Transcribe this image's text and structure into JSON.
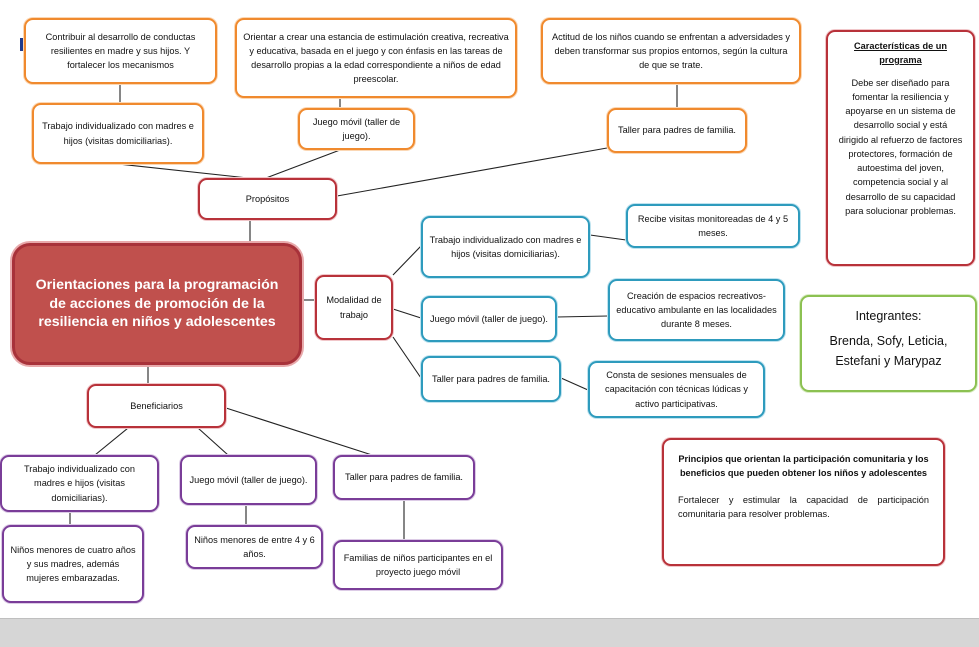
{
  "main_title": "Orientaciones para la programación de acciones de promoción de la resiliencia en niños y adolescentes",
  "propositos": {
    "label": "Propósitos",
    "goals": [
      "Contribuir al desarrollo de conductas resilientes en madre y sus hijos. Y fortalecer los mecanismos",
      "Orientar a crear una estancia de estimulación creativa, recreativa y educativa, basada en el juego y con énfasis en las tareas de desarrollo propias a la edad correspondiente a niños de edad preescolar.",
      "Actitud de los niños cuando se enfrentan a adversidades y deben transformar sus propios entornos, según la cultura de que se trate."
    ],
    "programs": [
      "Trabajo individualizado con madres e hijos (visitas domiciliarias).",
      "Juego móvil (taller de juego).",
      "Taller para padres de familia."
    ]
  },
  "modalidad": {
    "label": "Modalidad de trabajo",
    "programs": [
      "Trabajo individualizado con madres e hijos (visitas domiciliarias).",
      "Juego móvil (taller de juego).",
      "Taller para padres de familia."
    ],
    "details": [
      "Recibe visitas monitoreadas de 4 y 5 meses.",
      "Creación de espacios recreativos-educativo ambulante en las localidades durante 8 meses.",
      "Consta de sesiones mensuales de capacitación con técnicas lúdicas y activo participativas."
    ]
  },
  "beneficiarios": {
    "label": "Beneficiarios",
    "programs": [
      "Trabajo individualizado con madres e hijos (visitas domiciliarias).",
      "Juego móvil (taller de juego).",
      "Taller para padres de familia."
    ],
    "details": [
      "Niños menores de cuatro años y sus madres, además mujeres embarazadas.",
      "Niños menores de entre 4 y 6 años.",
      "Familias de niños participantes en el proyecto juego móvil"
    ]
  },
  "caracteristicas": {
    "title": "Características de un programa",
    "body": "Debe ser diseñado para fomentar la resiliencia y apoyarse en un sistema de desarrollo social y está dirigido al refuerzo de factores protectores, formación de autoestima del joven, competencia social y al desarrollo de su capacidad para solucionar problemas."
  },
  "integrantes": {
    "title": "Integrantes:",
    "names": "Brenda, Sofy, Leticia, Estefani y Marypaz"
  },
  "principios": {
    "title": "Principios que orientan la participación comunitaria y los beneficios que pueden obtener los niños y adolescentes",
    "body": "Fortalecer y estimular la capacidad de participación comunitaria para resolver problemas."
  },
  "colors": {
    "orange": "#f08a2e",
    "red": "#b8323a",
    "main_fill": "#c0504d",
    "blue": "#2e9bbd",
    "purple": "#7a3d98",
    "green": "#8cc152"
  }
}
